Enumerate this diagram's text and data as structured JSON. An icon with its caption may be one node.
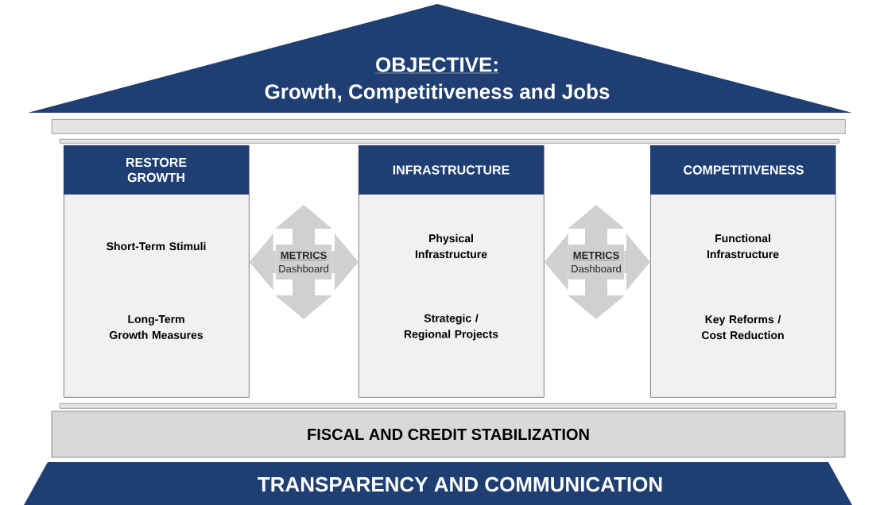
{
  "diagram": {
    "nodes": [
      {
        "text": [
          "OBJECTIVE:",
          "Growth, Competitiveness and Jobs"
        ]
      },
      {
        "text": [],
        "shape": "bar"
      },
      {
        "text": [],
        "shape": "bar"
      },
      {
        "text": [
          "RESTORE GROWTH",
          "Short-Term Stimuli",
          "Long-Term Growth Measures"
        ]
      },
      {
        "text": [
          "METRICS",
          "Dashboard"
        ]
      },
      {
        "text": [
          "INFRASTRUCTURE",
          "Physical Infrastructure",
          "Strategic / Regional Projects"
        ]
      },
      {
        "text": [
          "METRICS",
          "Dashboard"
        ]
      },
      {
        "text": [
          "COMPETITIVENESS",
          "Functional Infrastructure",
          "Key Reforms / Cost Reduction"
        ]
      },
      {
        "text": [],
        "shape": "bar"
      },
      {
        "text": [
          "FISCAL AND CREDIT STABILIZATION"
        ]
      },
      {
        "text": [
          "TRANSPARENCY AND COMMUNICATION"
        ]
      }
    ],
    "edges": [
      {
        "from": 4,
        "to": 3,
        "arrow": "to"
      },
      {
        "from": 4,
        "to": 5,
        "arrow": "to"
      },
      {
        "from": 6,
        "to": 5,
        "arrow": "to"
      },
      {
        "from": 6,
        "to": 7,
        "arrow": "to"
      }
    ]
  }
}
